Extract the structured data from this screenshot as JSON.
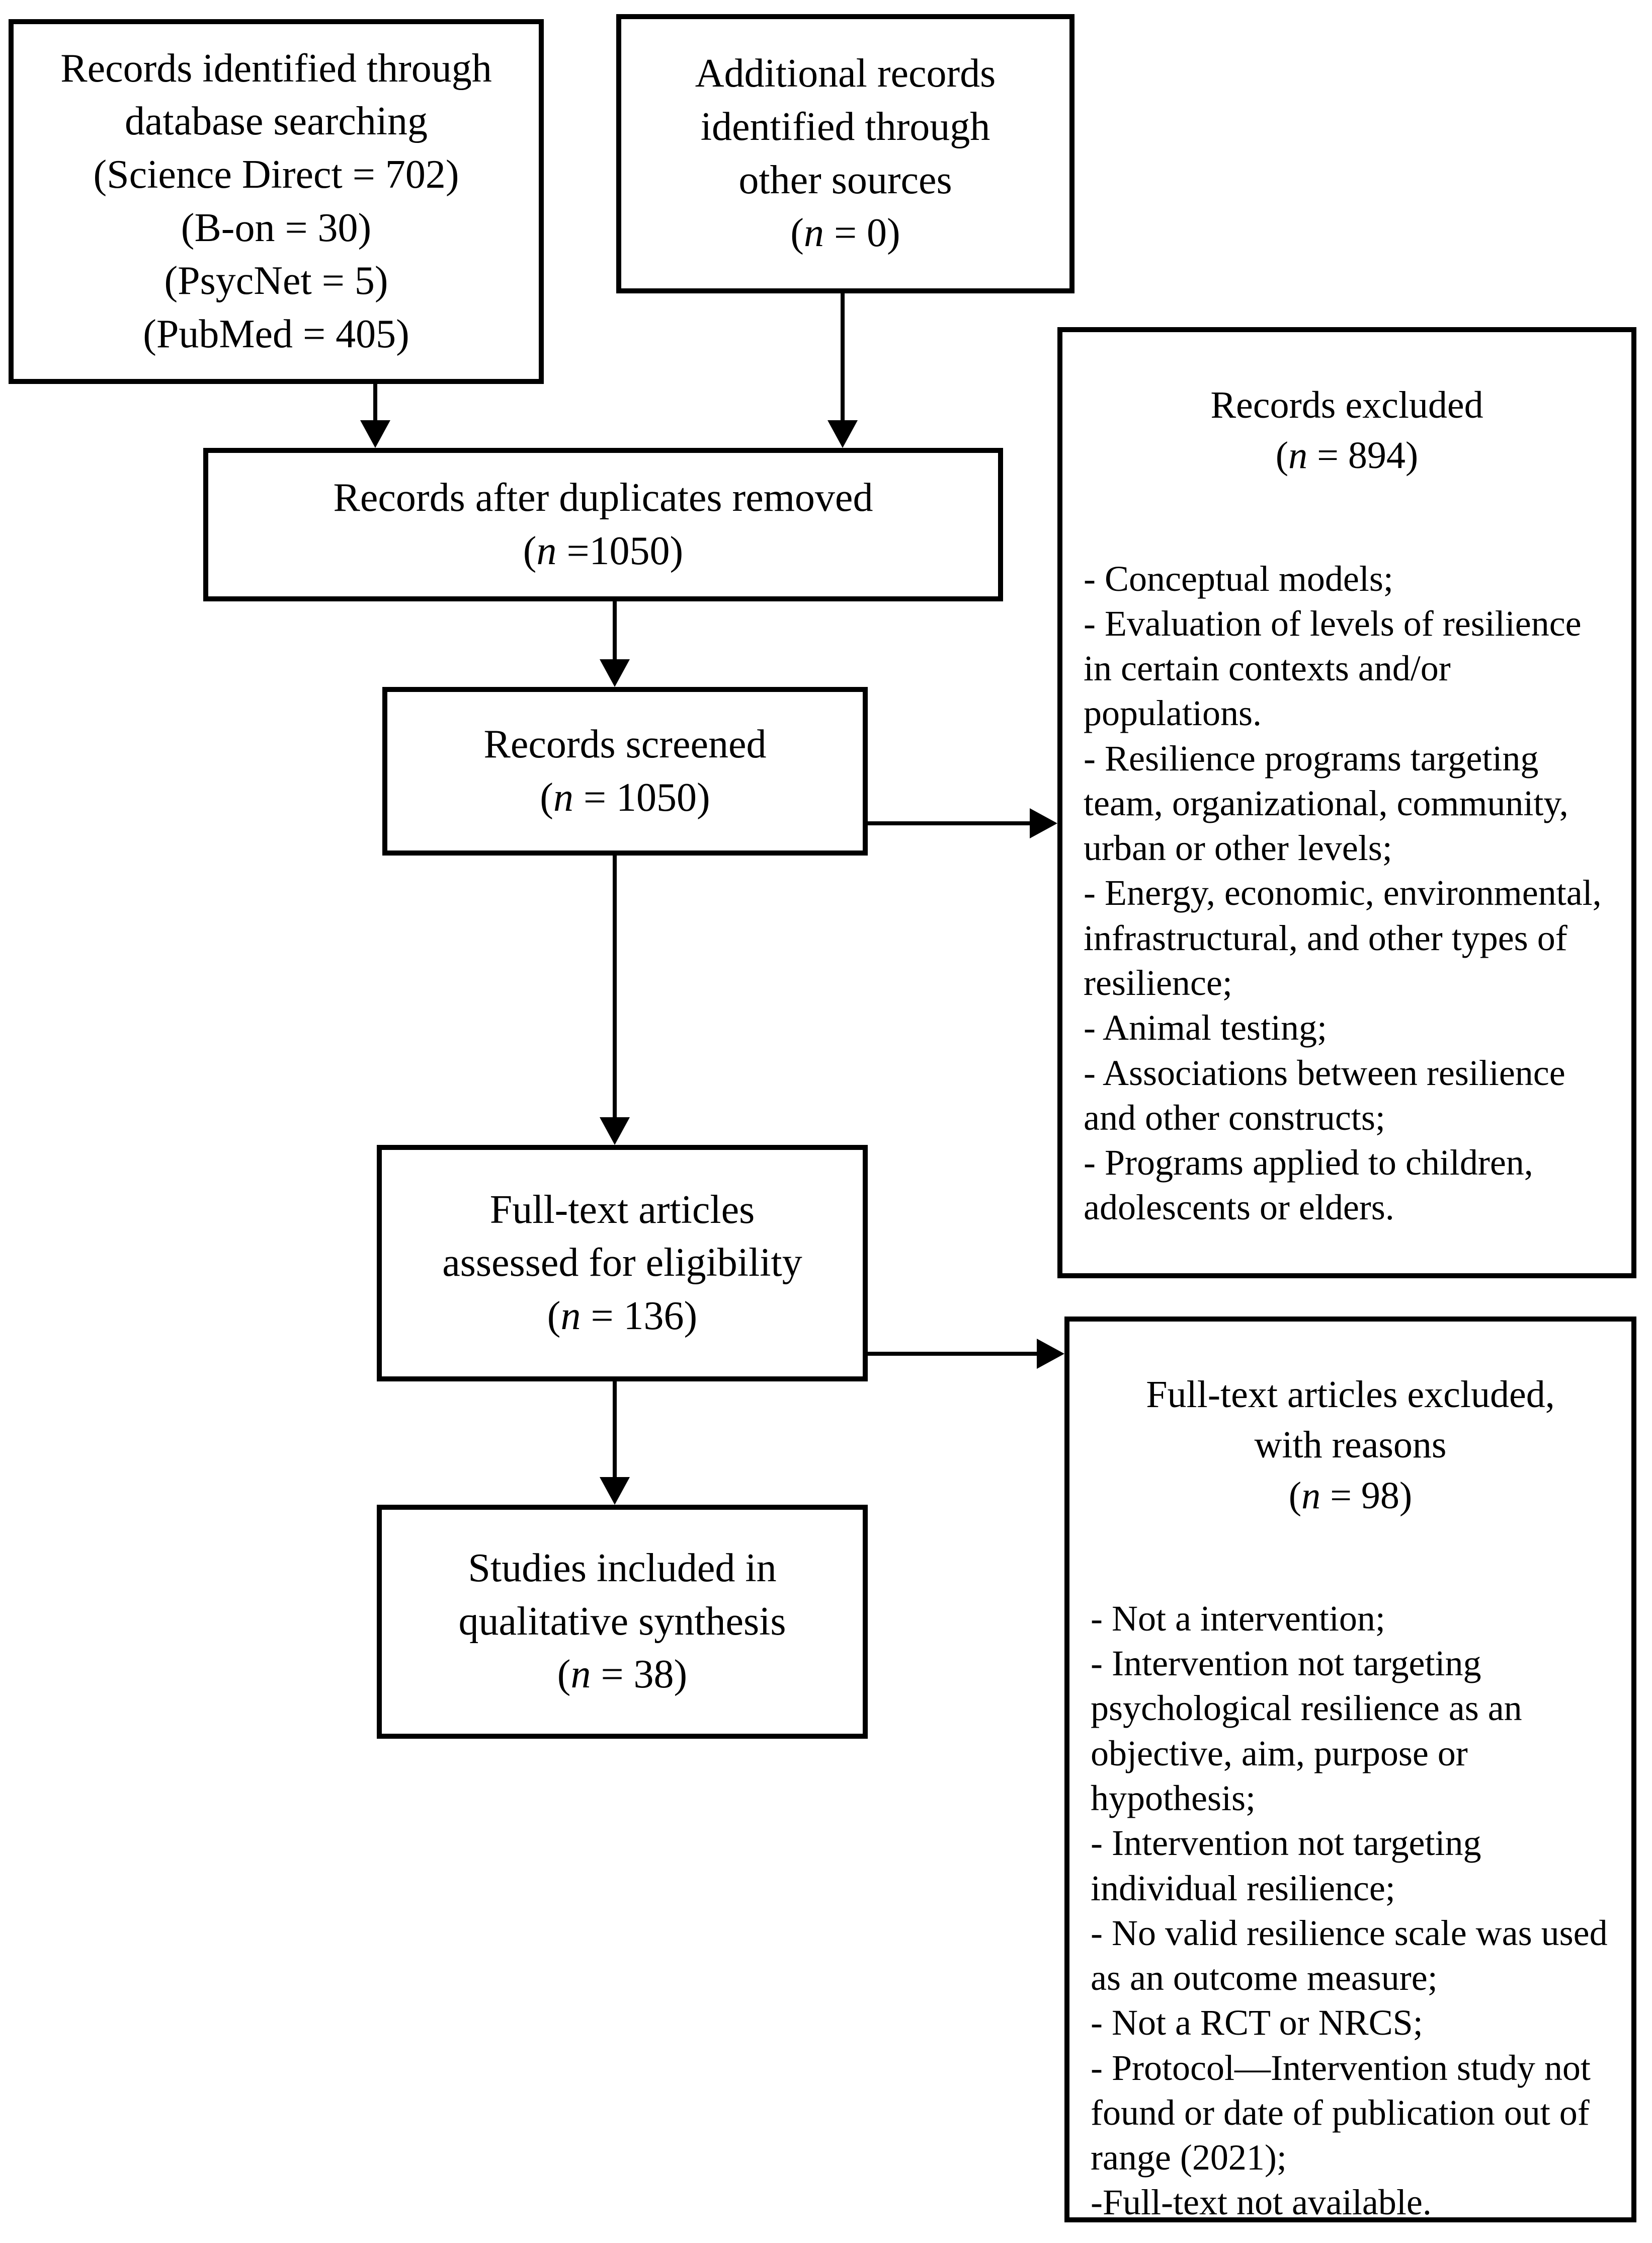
{
  "diagram": {
    "boxes": {
      "identified": {
        "lines": [
          "Records identified through",
          "database searching",
          "(Science Direct = 702)",
          "(B-on = 30)",
          "(PsycNet = 5)",
          "(PubMed = 405)"
        ]
      },
      "additional": {
        "lines": [
          "Additional records",
          "identified through",
          "other sources"
        ],
        "count": {
          "pre": "(",
          "sym": "n",
          "post": " = 0)"
        }
      },
      "duplicates_removed": {
        "lines": [
          "Records after duplicates removed"
        ],
        "count": {
          "pre": "(",
          "sym": "n",
          "post": " =1050)"
        }
      },
      "screened": {
        "lines": [
          "Records screened"
        ],
        "count": {
          "pre": "(",
          "sym": "n",
          "post": " = 1050)"
        }
      },
      "fulltext_assessed": {
        "lines": [
          "Full-text articles",
          "assessed for eligibility"
        ],
        "count": {
          "pre": "(",
          "sym": "n",
          "post": " = 136)"
        }
      },
      "included": {
        "lines": [
          "Studies included in",
          "qualitative synthesis"
        ],
        "count": {
          "pre": "(",
          "sym": "n",
          "post": " = 38)"
        }
      },
      "records_excluded": {
        "header": [
          "Records excluded"
        ],
        "count": {
          "pre": "(",
          "sym": "n",
          "post": " = 894)"
        },
        "items": [
          "- Conceptual models;",
          "- Evaluation of levels of resilience in certain contexts and/or populations.",
          "- Resilience programs targeting team, organizational, community, urban or other levels;",
          "- Energy, economic, environmental, infrastructural, and other types of resilience;",
          "- Animal testing;",
          "- Associations between resilience and other constructs;",
          "- Programs applied to children, adolescents or elders."
        ]
      },
      "fulltext_excluded": {
        "header": [
          "Full-text articles excluded,",
          "with reasons"
        ],
        "count": {
          "pre": "(",
          "sym": "n",
          "post": " = 98)"
        },
        "items": [
          "- Not a intervention;",
          "- Intervention not targeting psychological resilience as an objective, aim, purpose or hypothesis;",
          "- Intervention not targeting individual resilience;",
          "- No valid resilience scale was used as an outcome measure;",
          "- Not a RCT or NRCS;",
          "- Protocol—Intervention study not found or date of publication out of range (2021);",
          "-Full-text not available."
        ]
      }
    },
    "colors": {
      "ink": "#000000",
      "background": "#ffffff"
    }
  }
}
